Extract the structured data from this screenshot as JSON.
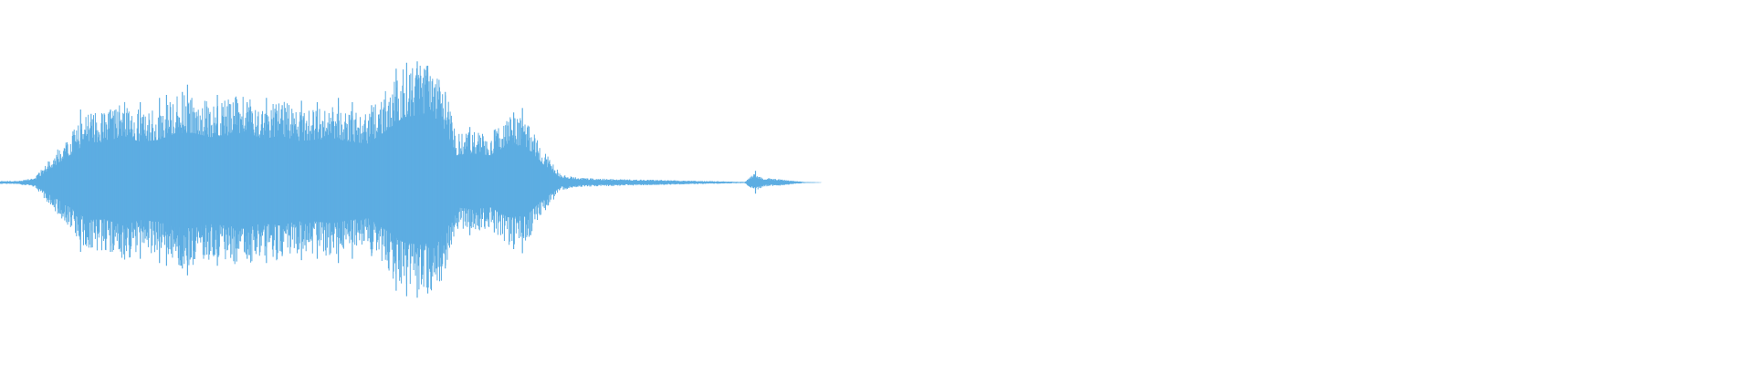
{
  "waveform": {
    "color": "#5dade2",
    "background": "#ffffff",
    "envelope": [
      [
        0.0,
        0.01
      ],
      [
        0.01,
        0.01
      ],
      [
        0.02,
        0.03
      ],
      [
        0.03,
        0.17
      ],
      [
        0.04,
        0.3
      ],
      [
        0.05,
        0.45
      ],
      [
        0.06,
        0.44
      ],
      [
        0.07,
        0.52
      ],
      [
        0.08,
        0.45
      ],
      [
        0.09,
        0.47
      ],
      [
        0.1,
        0.54
      ],
      [
        0.11,
        0.55
      ],
      [
        0.12,
        0.5
      ],
      [
        0.13,
        0.52
      ],
      [
        0.14,
        0.56
      ],
      [
        0.15,
        0.48
      ],
      [
        0.16,
        0.52
      ],
      [
        0.17,
        0.46
      ],
      [
        0.18,
        0.47
      ],
      [
        0.19,
        0.49
      ],
      [
        0.2,
        0.45
      ],
      [
        0.21,
        0.43
      ],
      [
        0.22,
        0.57
      ],
      [
        0.23,
        0.72
      ],
      [
        0.24,
        0.75
      ],
      [
        0.25,
        0.7
      ],
      [
        0.255,
        0.55
      ],
      [
        0.26,
        0.3
      ],
      [
        0.27,
        0.32
      ],
      [
        0.28,
        0.3
      ],
      [
        0.29,
        0.42
      ],
      [
        0.3,
        0.4
      ],
      [
        0.31,
        0.2
      ],
      [
        0.32,
        0.05
      ],
      [
        0.33,
        0.03
      ],
      [
        0.34,
        0.025
      ],
      [
        0.36,
        0.02
      ],
      [
        0.38,
        0.015
      ],
      [
        0.4,
        0.01
      ],
      [
        0.41,
        0.008
      ],
      [
        0.42,
        0.005
      ],
      [
        0.425,
        0.004
      ],
      [
        0.43,
        0.06
      ],
      [
        0.435,
        0.03
      ],
      [
        0.445,
        0.02
      ],
      [
        0.455,
        0.008
      ],
      [
        0.46,
        0.003
      ],
      [
        0.47,
        0.0
      ],
      [
        1.0,
        0.0
      ]
    ],
    "spikes": [
      [
        0.046,
        0.5
      ],
      [
        0.052,
        0.47
      ],
      [
        0.063,
        0.5
      ],
      [
        0.068,
        0.48
      ],
      [
        0.08,
        0.55
      ],
      [
        0.091,
        0.58
      ],
      [
        0.095,
        0.6
      ],
      [
        0.104,
        0.62
      ],
      [
        0.107,
        0.67
      ],
      [
        0.118,
        0.52
      ],
      [
        0.124,
        0.6
      ],
      [
        0.135,
        0.57
      ],
      [
        0.141,
        0.55
      ],
      [
        0.152,
        0.58
      ],
      [
        0.161,
        0.53
      ],
      [
        0.172,
        0.56
      ],
      [
        0.181,
        0.55
      ],
      [
        0.193,
        0.58
      ],
      [
        0.201,
        0.55
      ],
      [
        0.212,
        0.53
      ],
      [
        0.226,
        0.78
      ],
      [
        0.232,
        0.82
      ],
      [
        0.238,
        0.83
      ],
      [
        0.244,
        0.8
      ],
      [
        0.254,
        0.62
      ],
      [
        0.268,
        0.38
      ],
      [
        0.282,
        0.36
      ],
      [
        0.293,
        0.48
      ],
      [
        0.298,
        0.51
      ],
      [
        0.431,
        0.08
      ]
    ]
  }
}
